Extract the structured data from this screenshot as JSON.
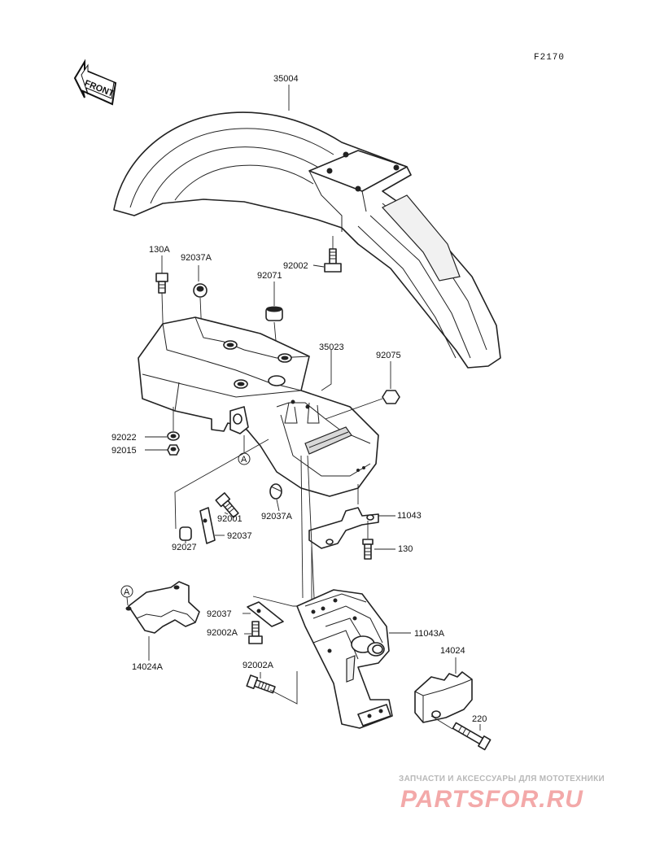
{
  "diagram_code": "F2170",
  "front_badge": "FRONT",
  "parts": {
    "p35004": "35004",
    "p130A": "130A",
    "p92037A_top": "92037A",
    "p92071": "92071",
    "p92002": "92002",
    "p35023": "35023",
    "p92075": "92075",
    "p92022": "92022",
    "p92015": "92015",
    "pA_top": "A",
    "p92001": "92001",
    "p92037A_mid": "92037A",
    "p11043": "11043",
    "p92027": "92027",
    "p92037_mid": "92037",
    "p130": "130",
    "pA_bot": "A",
    "p92037_low": "92037",
    "p92002A_low": "92002A",
    "p11043A": "11043A",
    "p14024": "14024",
    "p14024A": "14024A",
    "p92002A_bot": "92002A",
    "p220": "220"
  },
  "watermark": {
    "caption": "ЗАПЧАСТИ И АКСЕССУАРЫ ДЛЯ МОТОТЕХНИКИ",
    "brand": "PARTSFOR.RU"
  }
}
